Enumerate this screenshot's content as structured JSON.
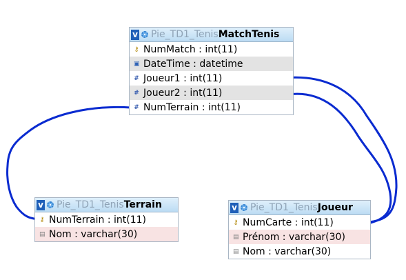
{
  "diagram": {
    "link_color": "#0a2bd0",
    "tables": {
      "matchtenis": {
        "db": "Pie_TD1_Tenis",
        "name": "MatchTenis",
        "fields": [
          {
            "icon": "key-icon",
            "label": "NumMatch : int(11)"
          },
          {
            "icon": "calendar-icon",
            "label": "DateTime : datetime"
          },
          {
            "icon": "hash-icon",
            "label": "Joueur1 : int(11)"
          },
          {
            "icon": "hash-icon",
            "label": "Joueur2 : int(11)"
          },
          {
            "icon": "hash-icon",
            "label": "NumTerrain : int(11)"
          }
        ]
      },
      "terrain": {
        "db": "Pie_TD1_Tenis",
        "name": "Terrain",
        "fields": [
          {
            "icon": "key-icon",
            "label": "NumTerrain : int(11)"
          },
          {
            "icon": "text-icon",
            "label": "Nom : varchar(30)"
          }
        ]
      },
      "joueur": {
        "db": "Pie_TD1_Tenis",
        "name": "Joueur",
        "fields": [
          {
            "icon": "key-icon",
            "label": "NumCarte : int(11)"
          },
          {
            "icon": "text-icon",
            "label": "Prénom : varchar(30)"
          },
          {
            "icon": "text-icon",
            "label": "Nom : varchar(30)"
          }
        ]
      }
    },
    "header_icons": [
      "v-icon",
      "gear-icon"
    ]
  }
}
